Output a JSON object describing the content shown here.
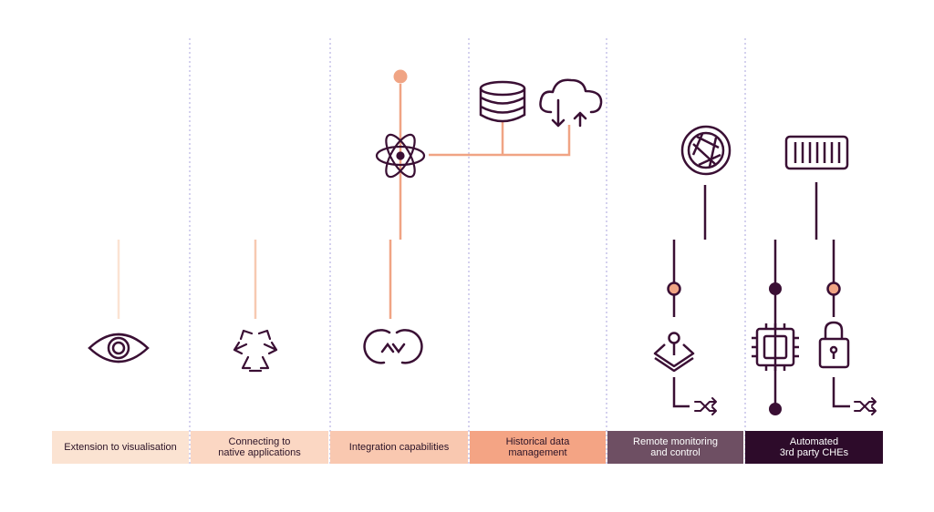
{
  "colors": {
    "dark": "#3a0f34",
    "salmon": "#f0a484",
    "peach_light": "#fbe3d2",
    "divider": "#a9a3dc"
  },
  "stages": [
    {
      "label": "Extension to visualisation",
      "icon": "eye-icon"
    },
    {
      "label": "Connecting to\nnative applications",
      "icon": "arrows-network-icon"
    },
    {
      "label": "Integration capabilities",
      "icon": "sync-circles-icon"
    },
    {
      "label": "Historical data\nmanagement",
      "icon": "database-icon"
    },
    {
      "label": "Remote monitoring\nand control",
      "icon": "layers-pin-icon"
    },
    {
      "label": "Automated\n3rd party CHEs",
      "icon": "chip-icon"
    }
  ],
  "upper_icons": [
    "atom-icon",
    "database-icon",
    "cloud-sync-icon",
    "aperture-icon",
    "container-icon"
  ],
  "lower_extra_icons": [
    "shuffle-icon",
    "padlock-icon"
  ]
}
